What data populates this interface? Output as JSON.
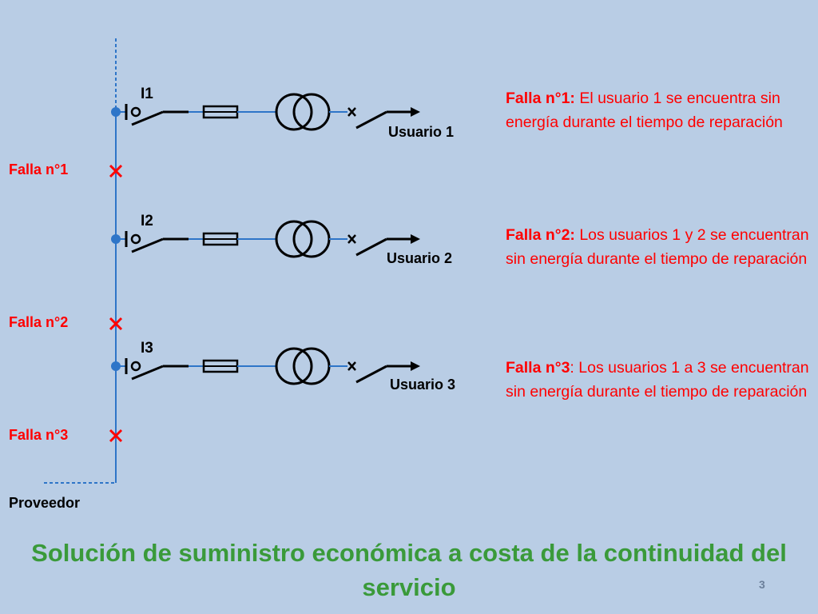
{
  "diagram": {
    "breakers": [
      {
        "label": "I1"
      },
      {
        "label": "I2"
      },
      {
        "label": "I3"
      }
    ],
    "users": [
      {
        "label": "Usuario 1"
      },
      {
        "label": "Usuario 2"
      },
      {
        "label": "Usuario 3"
      }
    ],
    "faults": [
      {
        "label": "Falla n°1"
      },
      {
        "label": "Falla n°2"
      },
      {
        "label": "Falla n°3"
      }
    ],
    "provider_label": "Proveedor",
    "descriptions": [
      {
        "heading": "Falla n°1:",
        "text": " El usuario 1 se encuentra sin energía durante el tiempo de reparación"
      },
      {
        "heading": "Falla n°2:",
        "text": " Los usuarios 1 y 2 se encuentran sin energía durante el tiempo de reparación"
      },
      {
        "heading": "Falla n°3",
        "text": ": Los usuarios 1 a 3 se encuentran sin energía durante el tiempo de reparación"
      }
    ],
    "colors": {
      "background": "#b9cde5",
      "line": "#2e75c8",
      "fault": "#ff0000",
      "title": "#3a9a3a"
    }
  },
  "footer": {
    "title": "Solución de suministro económica a costa de la continuidad del servicio",
    "page_number": "3"
  }
}
